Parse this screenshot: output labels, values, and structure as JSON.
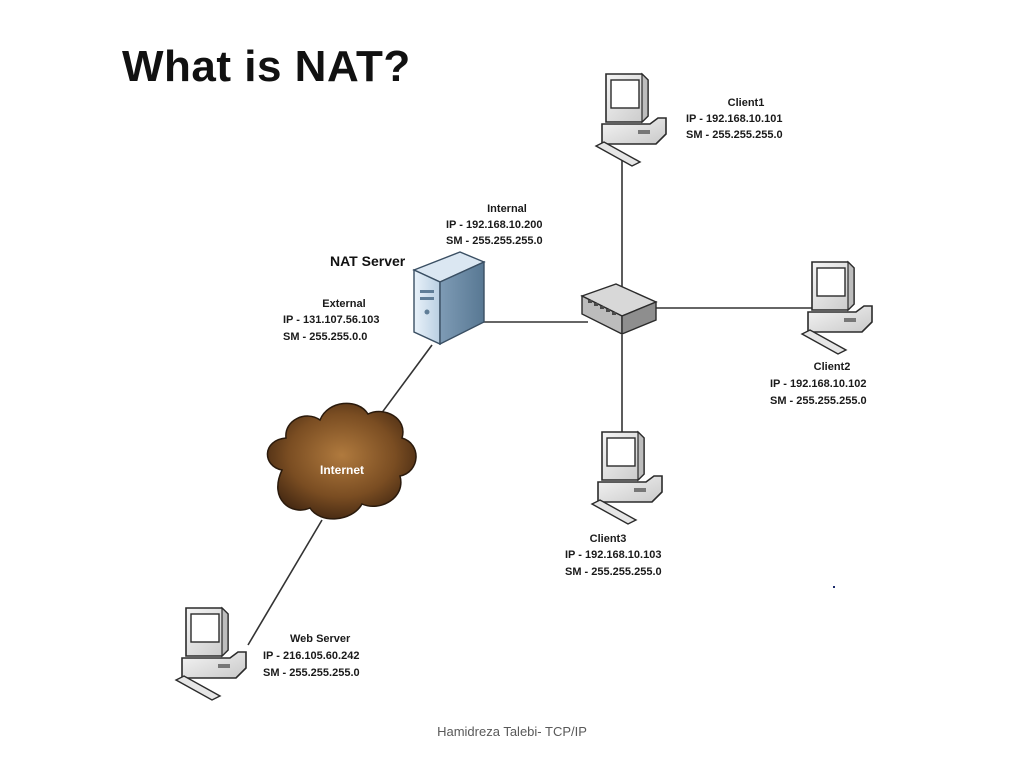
{
  "slide": {
    "title": "What is NAT?",
    "footer": "Hamidreza Talebi- TCP/IP"
  },
  "nat_server": {
    "heading": "NAT Server",
    "internal": {
      "label": "Internal",
      "ip": "IP   - 192.168.10.200",
      "sm": "SM - 255.255.255.0"
    },
    "external": {
      "label": "External",
      "ip": "IP   - 131.107.56.103",
      "sm": "SM - 255.255.0.0"
    }
  },
  "clients": [
    {
      "name": "Client1",
      "ip": "IP   - 192.168.10.101",
      "sm": "SM - 255.255.255.0"
    },
    {
      "name": "Client2",
      "ip": "IP   - 192.168.10.102",
      "sm": "SM - 255.255.255.0"
    },
    {
      "name": "Client3",
      "ip": "IP   - 192.168.10.103",
      "sm": "SM - 255.255.255.0"
    }
  ],
  "web_server": {
    "name": "Web Server",
    "ip": "IP   - 216.105.60.242",
    "sm": "SM - 255.255.255.0"
  },
  "internet": {
    "label": "Internet"
  },
  "icons": {
    "server": "server-tower-icon",
    "switch": "network-switch-icon",
    "computer": "desktop-computer-icon",
    "cloud": "internet-cloud-icon"
  }
}
